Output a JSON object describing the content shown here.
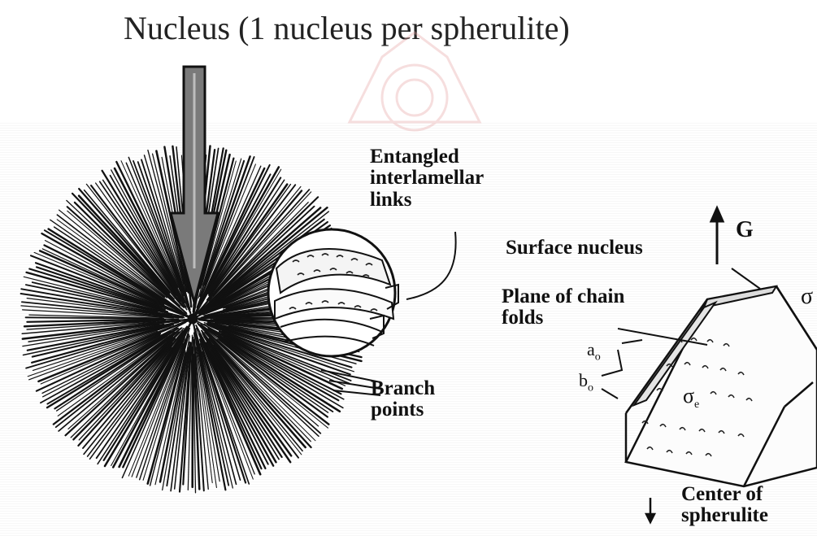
{
  "title": "Nucleus (1 nucleus per spherulite)",
  "labels": {
    "entangled": [
      "Entangled",
      "interlamellar",
      "links"
    ],
    "branch": [
      "Branch",
      "points"
    ],
    "growth": "G",
    "surface_nucleus": "Surface nucleus",
    "plane_folds": [
      "Plane of chain",
      "folds"
    ],
    "a0": "a",
    "a0_sub": "o",
    "b0": "b",
    "b0_sub": "o",
    "sigma_e": "σ",
    "sigma_e_sub": "e",
    "sigma_edge": "σ",
    "center": [
      "Center of",
      "spherulite"
    ]
  },
  "colors": {
    "ink": "#111111",
    "arrow_fill": "#7a7a7a",
    "watermark": "#e6a3a3"
  }
}
